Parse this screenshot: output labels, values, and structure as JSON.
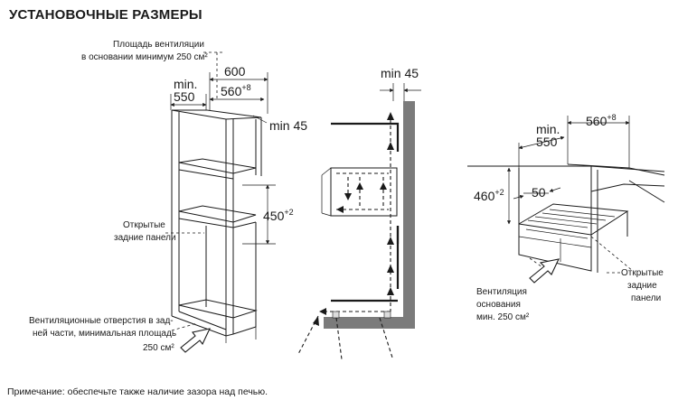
{
  "title": "УСТАНОВОЧНЫЕ РАЗМЕРЫ",
  "left_figure": {
    "vent_area_line1": "Площадь вентиляции",
    "vent_area_line2": "в основании минимум 250 см²",
    "dim_600": "600",
    "dim_min": "min.",
    "dim_550": "550",
    "dim_560": "560",
    "dim_560_tol": "+8",
    "dim_min45": "min 45",
    "dim_450": "450",
    "dim_450_tol": "+2",
    "open_back_line1": "Открытые",
    "open_back_line2": "задние панели",
    "vent_holes_line1": "Вентиляционные отверстия в зад-",
    "vent_holes_line2": "ней части, минимальная площадь",
    "vent_holes_line3": "250 см²"
  },
  "middle_figure": {
    "dim_min45": "min 45"
  },
  "right_figure": {
    "dim_min": "min.",
    "dim_550": "550",
    "dim_560": "560",
    "dim_560_tol": "+8",
    "dim_460": "460",
    "dim_460_tol": "+2",
    "dim_50": "50",
    "vent_line1": "Вентиляция",
    "vent_line2": "основания",
    "vent_line3": "мин. 250 см²",
    "open_back_line1": "Открытые",
    "open_back_line2": "задние",
    "open_back_line3": "панели"
  },
  "note": "Примечание: обеспечьте также наличие зазора над печью."
}
